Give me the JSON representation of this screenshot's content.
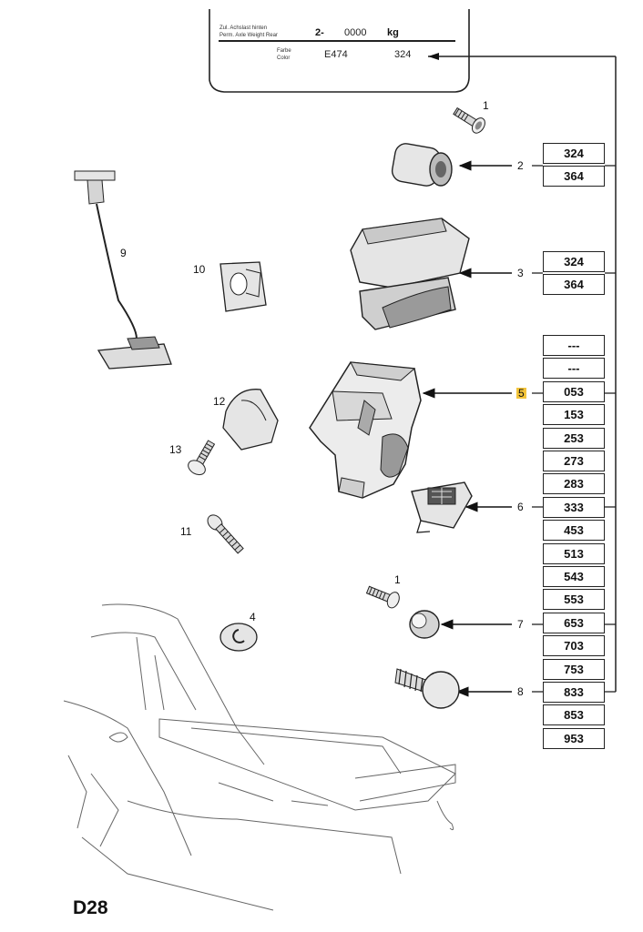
{
  "plate": {
    "line1": "Zul. Achslast hinten",
    "line2": "Perm. Axle Weight Rear",
    "weight_prefix": "2-",
    "weight_value": "0000",
    "weight_unit": "kg",
    "farbe_label": "Farbe",
    "color_label": "Color",
    "paint_code": "E474",
    "paint_number": "324"
  },
  "callouts": {
    "c1a": "1",
    "c2": "2",
    "c3": "3",
    "c4": "4",
    "c5": "5",
    "c6": "6",
    "c7": "7",
    "c8": "8",
    "c9": "9",
    "c10": "10",
    "c11": "11",
    "c12": "12",
    "c13": "13",
    "c1b": "1"
  },
  "codes_part2": [
    "324",
    "364"
  ],
  "codes_part3": [
    "324",
    "364"
  ],
  "codes_main": [
    "---",
    "---",
    "053",
    "153",
    "253",
    "273",
    "283",
    "333",
    "453",
    "513",
    "543",
    "553",
    "653",
    "703",
    "753",
    "833",
    "853",
    "953"
  ],
  "sheet_label": "D28",
  "highlight_color": "#f3c43a"
}
